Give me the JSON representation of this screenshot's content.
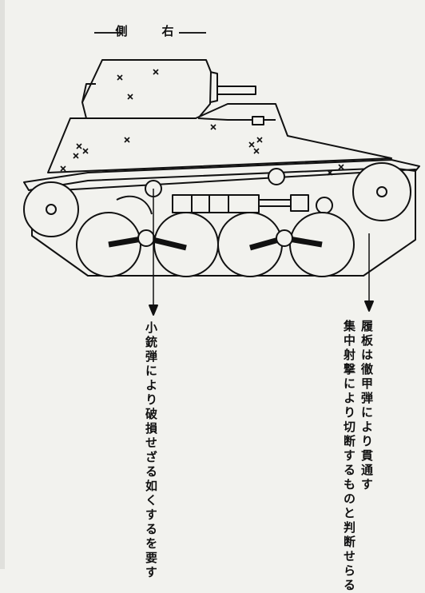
{
  "title": "側　右",
  "note_left": "小銃弾により破損せざる如くするを要す",
  "note_right": [
    "履板は徹甲弾により貫通す",
    "集中射撃により切断するものと判断せらる"
  ]
}
